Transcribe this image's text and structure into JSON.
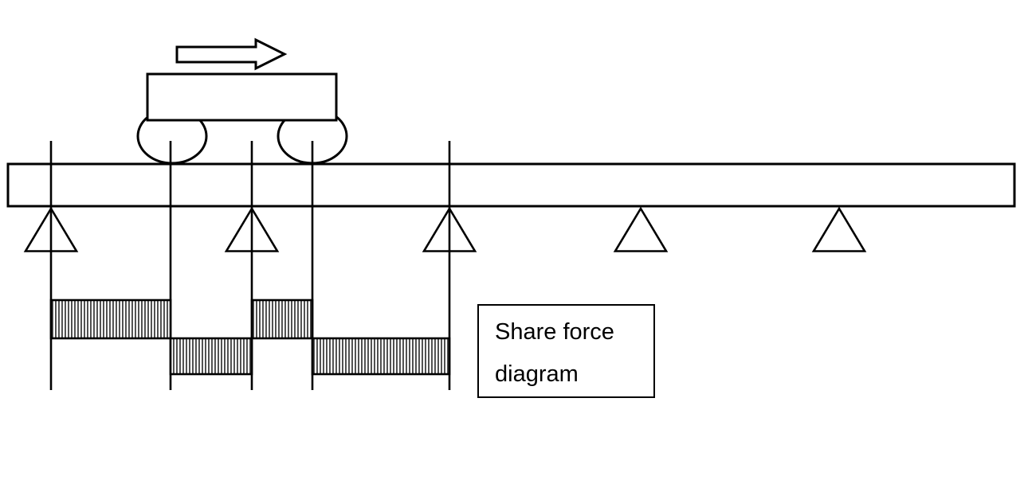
{
  "colors": {
    "ink": "#000000",
    "paper": "#ffffff"
  },
  "label_box": {
    "line1": "Share force",
    "line2": "diagram"
  },
  "diagram": {
    "title": "Share force diagram",
    "kind": "moving-load-shear-force-diagram",
    "travel_arrow_direction": "right",
    "vehicle": {
      "type": "two-axle-cart",
      "axles": 2
    },
    "beam_supports": 5,
    "station_lines": 5,
    "shear_segments": [
      {
        "span": "support-1-to-axle-1",
        "sign": "positive"
      },
      {
        "span": "axle-1-to-support-2",
        "sign": "negative"
      },
      {
        "span": "support-2-to-axle-2",
        "sign": "positive"
      },
      {
        "span": "axle-2-to-support-3",
        "sign": "negative"
      }
    ],
    "hatch_style": "vertical-lines"
  }
}
